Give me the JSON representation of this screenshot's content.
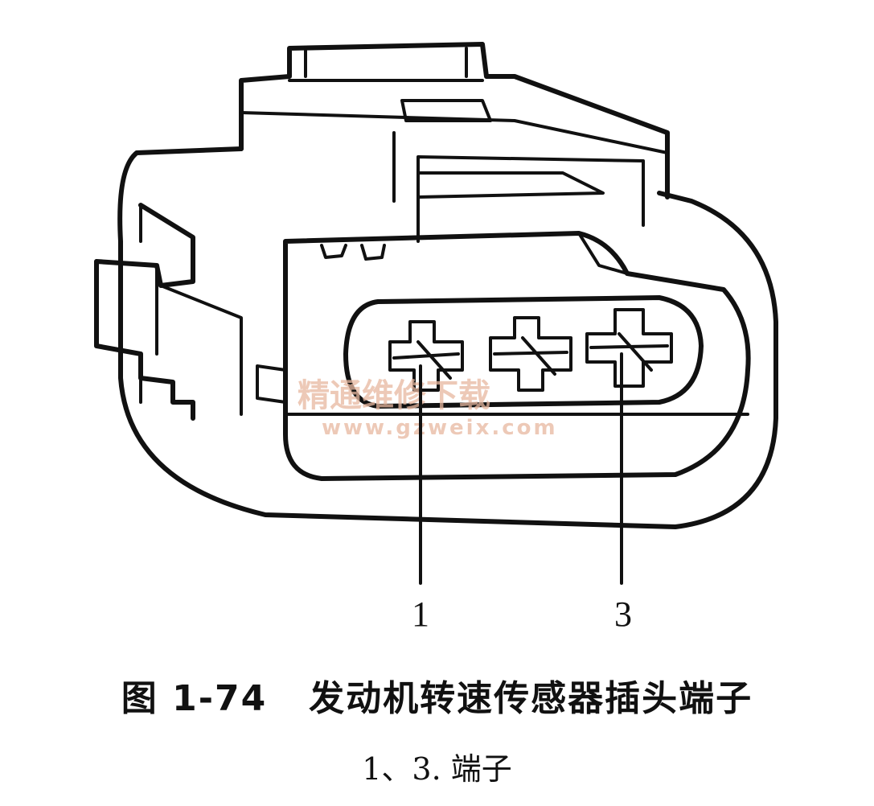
{
  "figure": {
    "title": "图 1-74   发动机转速传感器插头端子",
    "subtitle": "1、3. 端子"
  },
  "callouts": [
    "1",
    "3"
  ],
  "watermark": {
    "text": "精通维修下载",
    "url": "www.gzweix.com",
    "color": "#e8b8a0"
  },
  "diagram": {
    "subject": "engine-speed-sensor-connector",
    "terminal_count": 3
  }
}
